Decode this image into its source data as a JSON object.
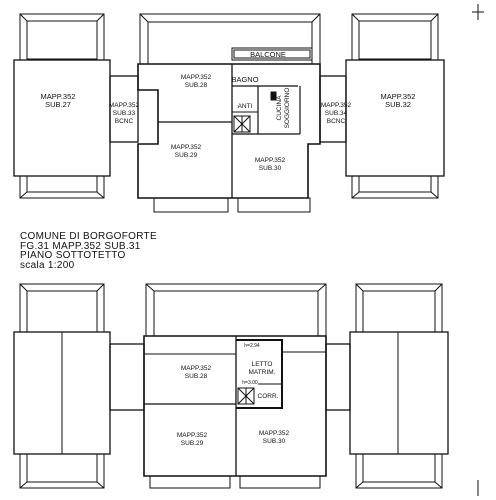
{
  "top_plan": {
    "units": [
      {
        "mapp": "MAPP.352",
        "sub": "SUB.27"
      },
      {
        "mapp": "MAPP.352",
        "sub": "SUB.33",
        "extra": "BCNC"
      },
      {
        "mapp": "MAPP.352",
        "sub": "SUB.28"
      },
      {
        "mapp": "MAPP.352",
        "sub": "SUB.29"
      },
      {
        "mapp": "MAPP.352",
        "sub": "SUB.30"
      },
      {
        "mapp": "MAPP.352",
        "sub": "SUB.34",
        "extra": "BCNC"
      },
      {
        "mapp": "MAPP.352",
        "sub": "SUB.32"
      }
    ],
    "rooms": {
      "balcone": "BALCONE",
      "bagno": "BAGNO",
      "cucina_1": "CUCINA",
      "cucina_2": "SOGGIORNO",
      "anti": "ANTI"
    }
  },
  "caption": {
    "line1": "COMUNE DI BORGOFORTE",
    "line2": "FG.31 MAPP.352 SUB.31",
    "line3": "PIANO SOTTOTETTO",
    "line4": "scala 1:200"
  },
  "bottom_plan": {
    "units": [
      {
        "mapp": "MAPP.352",
        "sub": "SUB.28"
      },
      {
        "mapp": "MAPP.352",
        "sub": "SUB.29"
      },
      {
        "mapp": "MAPP.352",
        "sub": "SUB.30"
      }
    ],
    "rooms": {
      "letto_1": "LETTO",
      "letto_2": "MATRIM.",
      "corr": "CORR.",
      "h_letto": "h=2.94",
      "h_corr": "h=3.00"
    }
  }
}
